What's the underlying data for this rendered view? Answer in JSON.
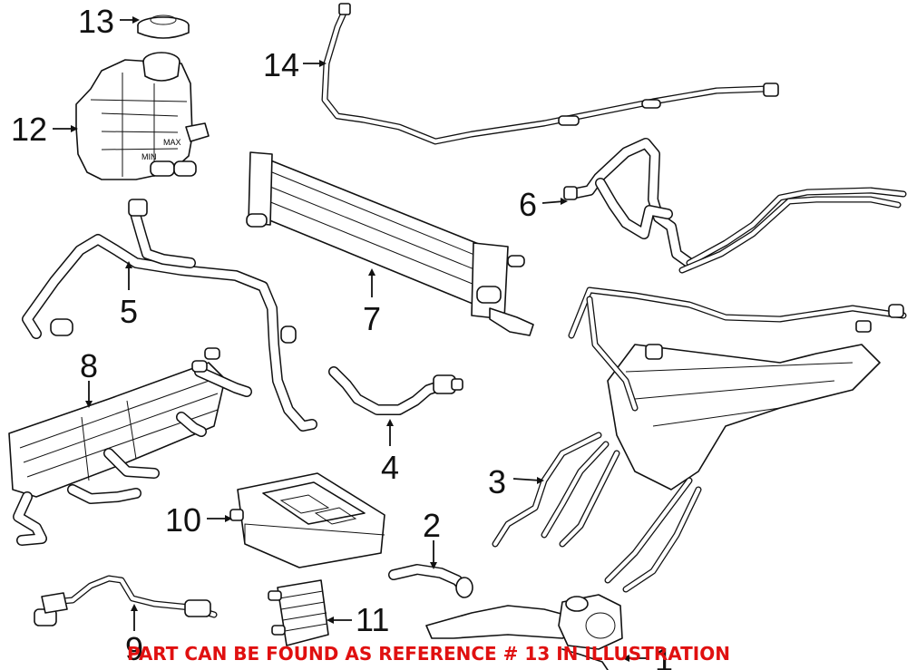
{
  "callouts": {
    "n1": "1",
    "n2": "2",
    "n3": "3",
    "n4": "4",
    "n5": "5",
    "n6": "6",
    "n7": "7",
    "n8": "8",
    "n9": "9",
    "n10": "10",
    "n11": "11",
    "n12": "12",
    "n13": "13",
    "n14": "14"
  },
  "part_marks": {
    "reservoir_max": "MAX",
    "reservoir_min": "MIN"
  },
  "notice": "PART CAN BE FOUND AS REFERENCE # 13 IN ILLUSTRATION",
  "colors": {
    "notice": "#e01010",
    "line": "#111111"
  }
}
